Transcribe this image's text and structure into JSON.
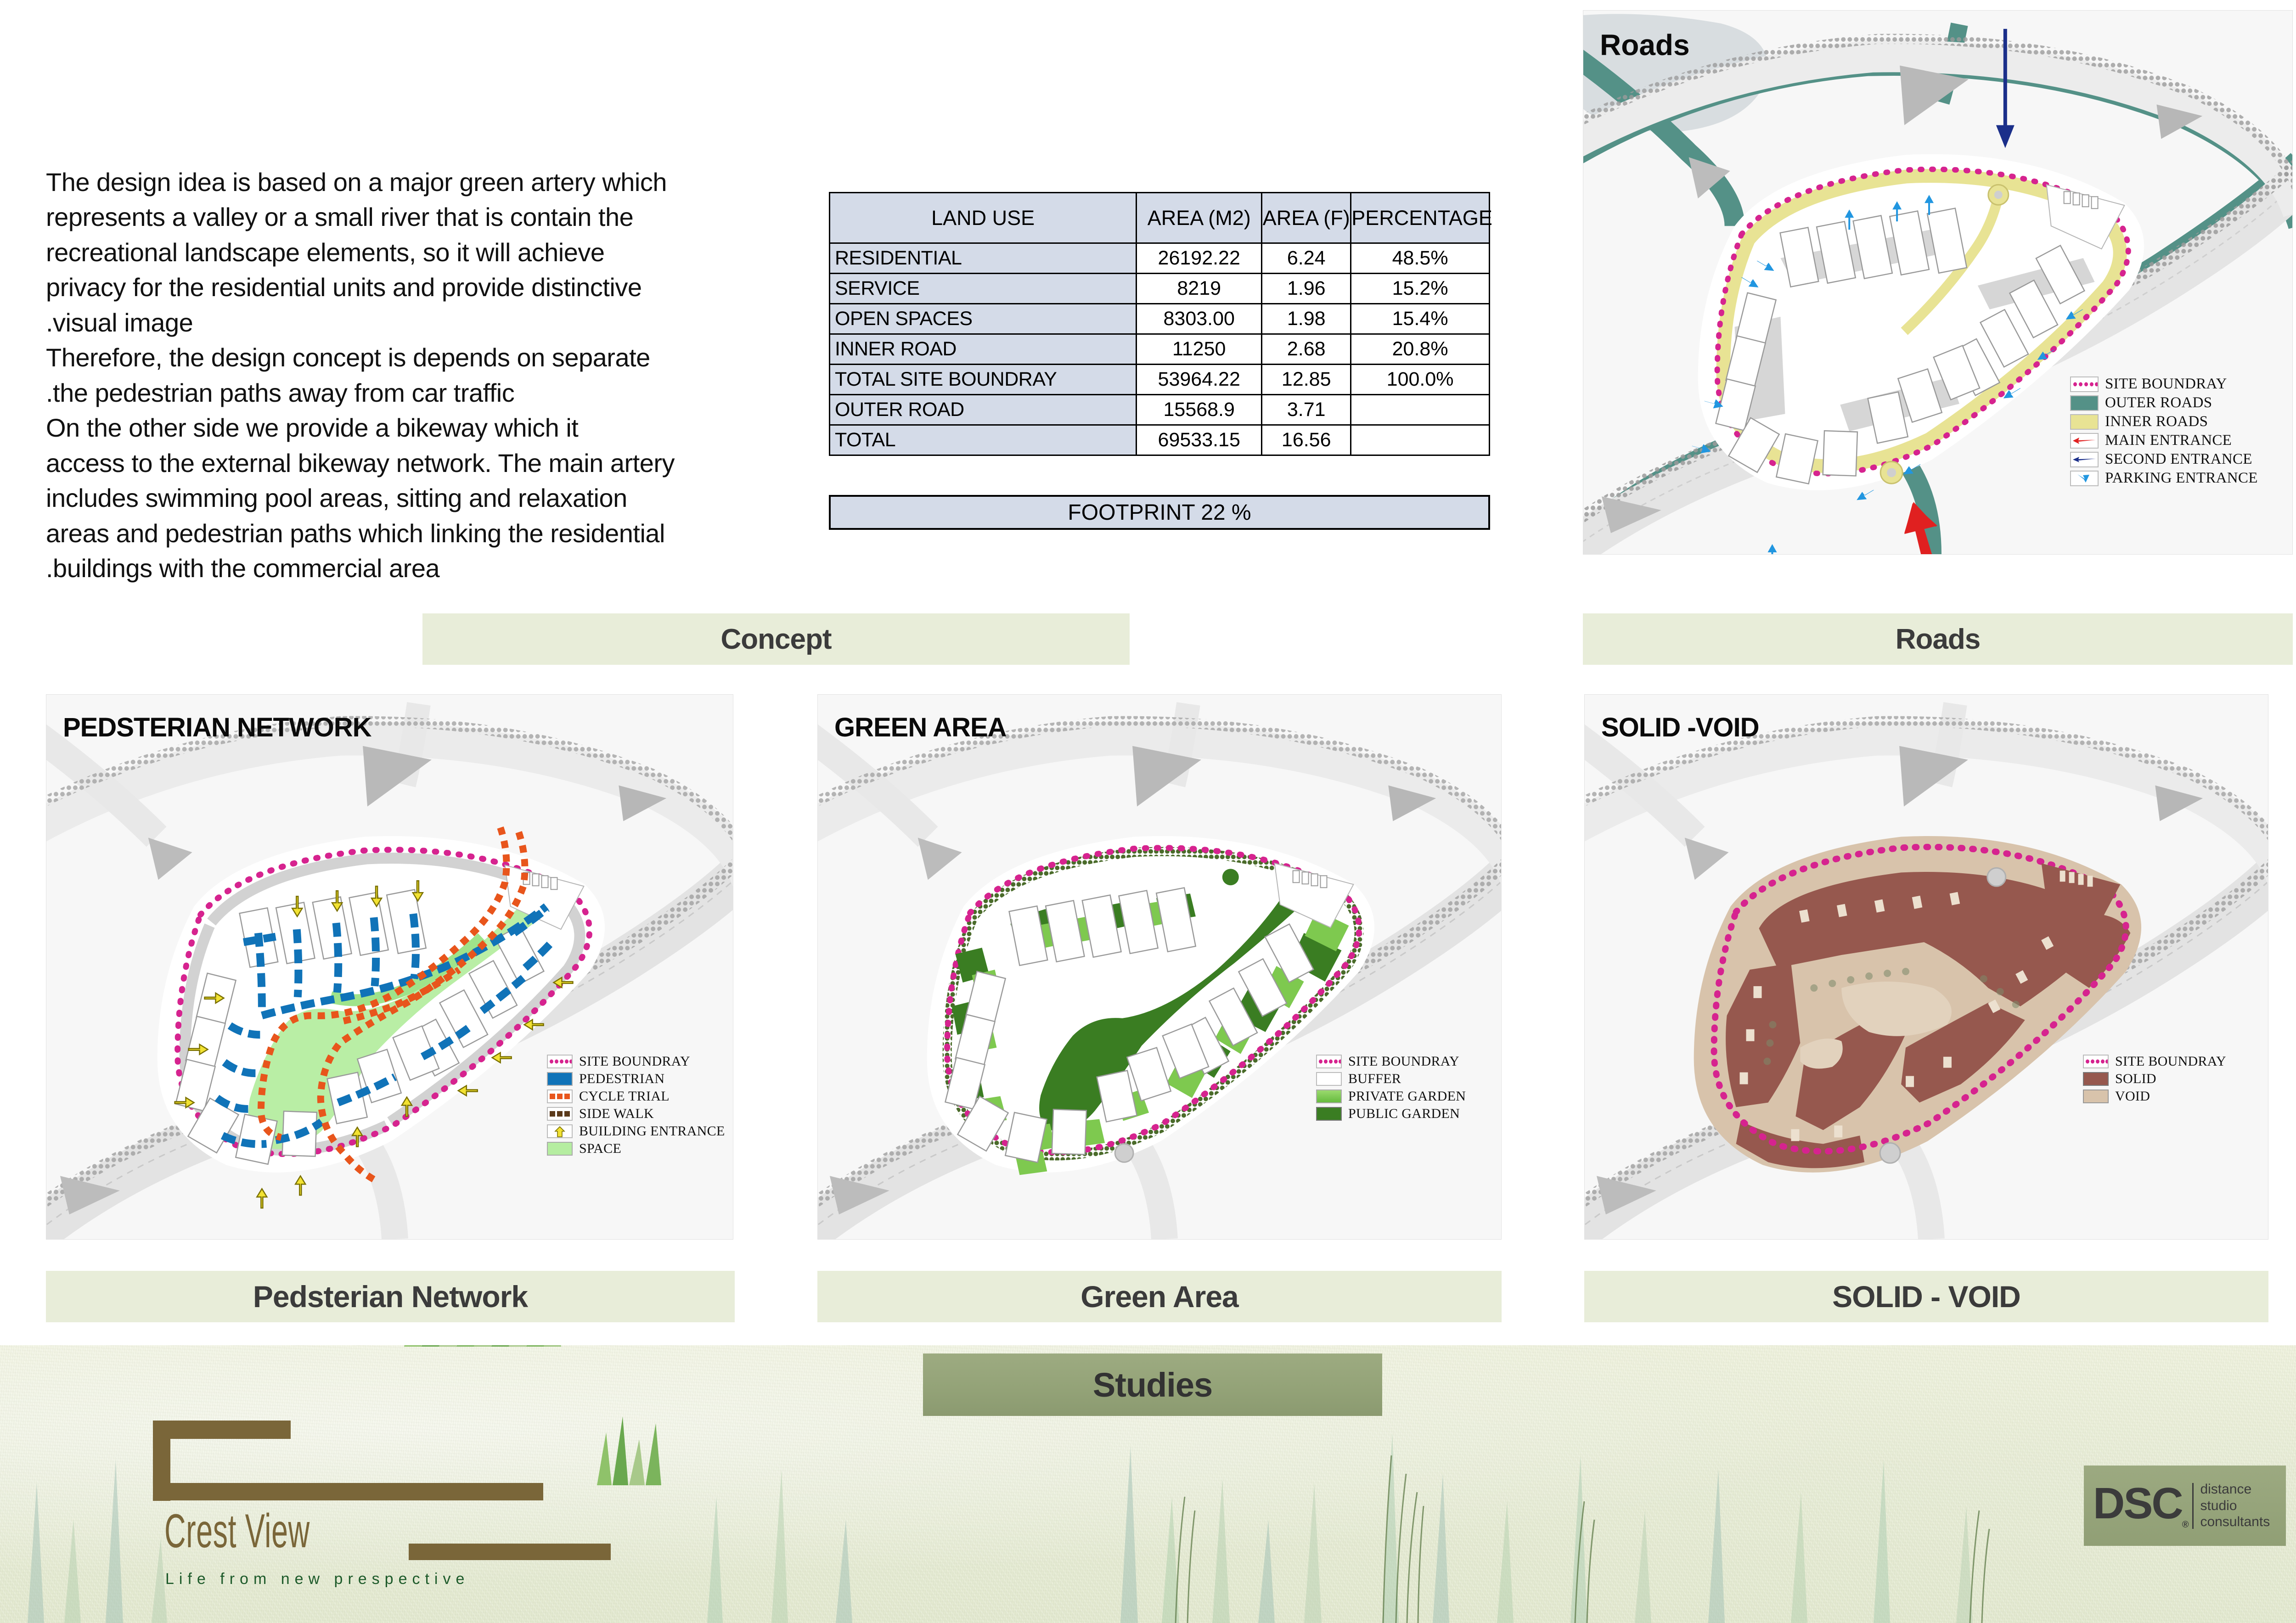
{
  "description": {
    "lines": [
      "The design idea is based on a major green artery which",
      "represents a valley or a small river that is contain the",
      "recreational landscape elements, so it will achieve",
      "privacy for the residential units and provide distinctive",
      ".visual image",
      "Therefore, the design concept is depends on separate",
      ".the pedestrian paths away from car traffic",
      "On the other side we provide a bikeway which it",
      "access to the external bikeway network. The main artery",
      "includes swimming pool areas, sitting and relaxation",
      "areas and pedestrian paths which linking the residential",
      ".buildings with the commercial area"
    ]
  },
  "land_use_table": {
    "headers": [
      "LAND USE",
      "AREA (M2)",
      "AREA (F)",
      "PERCENTAGE"
    ],
    "rows": [
      {
        "use": "RESIDENTIAL",
        "area_m2": "26192.22",
        "area_f": "6.24",
        "percentage": "48.5%"
      },
      {
        "use": "SERVICE",
        "area_m2": "8219",
        "area_f": "1.96",
        "percentage": "15.2%"
      },
      {
        "use": "OPEN SPACES",
        "area_m2": "8303.00",
        "area_f": "1.98",
        "percentage": "15.4%"
      },
      {
        "use": "INNER ROAD",
        "area_m2": "11250",
        "area_f": "2.68",
        "percentage": "20.8%"
      },
      {
        "use": "TOTAL SITE BOUNDRAY",
        "area_m2": "53964.22",
        "area_f": "12.85",
        "percentage": "100.0%"
      },
      {
        "use": "OUTER ROAD",
        "area_m2": "15568.9",
        "area_f": "3.71",
        "percentage": ""
      },
      {
        "use": "TOTAL",
        "area_m2": "69533.15",
        "area_f": "16.56",
        "percentage": ""
      }
    ],
    "footprint_note": "FOOTPRINT  22 %"
  },
  "panels": {
    "roads": {
      "label": "Roads",
      "caption": "Roads",
      "legend": [
        {
          "name": "SITE BOUNDRAY",
          "type": "dots",
          "color": "#d6238f"
        },
        {
          "name": "OUTER ROADS",
          "type": "fill",
          "color": "#549187"
        },
        {
          "name": "INNER ROADS",
          "type": "fill",
          "color": "#e8e394"
        },
        {
          "name": "MAIN ENTRANCE",
          "type": "arrow",
          "color": "#e02020"
        },
        {
          "name": "SECOND ENTRANCE",
          "type": "arrow",
          "color": "#1b2f8a"
        },
        {
          "name": "PARKING ENTRANCE",
          "type": "arrow",
          "color": "#2196e0"
        }
      ]
    },
    "concept": {
      "caption": "Concept"
    },
    "pedestrian": {
      "label": "PEDSTERIAN NETWORK",
      "caption": "Pedsterian Network",
      "legend": [
        {
          "name": "SITE BOUNDRAY",
          "type": "dots",
          "color": "#d6238f"
        },
        {
          "name": "PEDESTRIAN",
          "type": "fill",
          "color": "#1073b8"
        },
        {
          "name": "CYCLE TRIAL",
          "type": "squares",
          "color": "#e8551c"
        },
        {
          "name": "SIDE WALK",
          "type": "squares",
          "color": "#5b3a1a"
        },
        {
          "name": "BUILDING ENTRANCE",
          "type": "arrow-up",
          "color": "#f2e232"
        },
        {
          "name": "SPACE",
          "type": "fill",
          "color": "#b5eda0"
        }
      ]
    },
    "green": {
      "label": "GREEN AREA",
      "caption": "Green Area",
      "legend": [
        {
          "name": "SITE BOUNDRAY",
          "type": "dots",
          "color": "#d6238f"
        },
        {
          "name": "BUFFER",
          "type": "buffer",
          "color": "#4a6b2a"
        },
        {
          "name": "PRIVATE GARDEN",
          "type": "fill",
          "color": "#7ec94f"
        },
        {
          "name": "PUBLIC GARDEN",
          "type": "fill",
          "color": "#3a7d22"
        }
      ]
    },
    "solidvoid": {
      "label": "SOLID -VOID",
      "caption": "SOLID - VOID",
      "legend": [
        {
          "name": "SITE BOUNDRAY",
          "type": "dots",
          "color": "#d6238f"
        },
        {
          "name": "SOLID",
          "type": "fill",
          "color": "#96584e"
        },
        {
          "name": "VOID",
          "type": "fill",
          "color": "#d8c3ab"
        }
      ]
    }
  },
  "footer": {
    "studies_banner": "Studies",
    "brand_name": "Crest View",
    "brand_tagline": "Life from new prespective",
    "dsc_mark": "DSC",
    "dsc_reg": "®",
    "dsc_sub_lines": [
      "distance",
      "studio",
      "consultants"
    ]
  },
  "colors": {
    "caption_bar": "#e8edd9",
    "studies_bar": "#93a277",
    "table_header": "#d4dbe8",
    "outer_road": "#549187",
    "inner_road": "#e8e394",
    "site_boundary": "#d6238f",
    "solid": "#96584e",
    "void": "#d8c3ab",
    "public_garden": "#3a7d22",
    "private_garden": "#7ec94f",
    "brand_brown": "#7a6639",
    "footer_green": "#e7ecd6"
  }
}
